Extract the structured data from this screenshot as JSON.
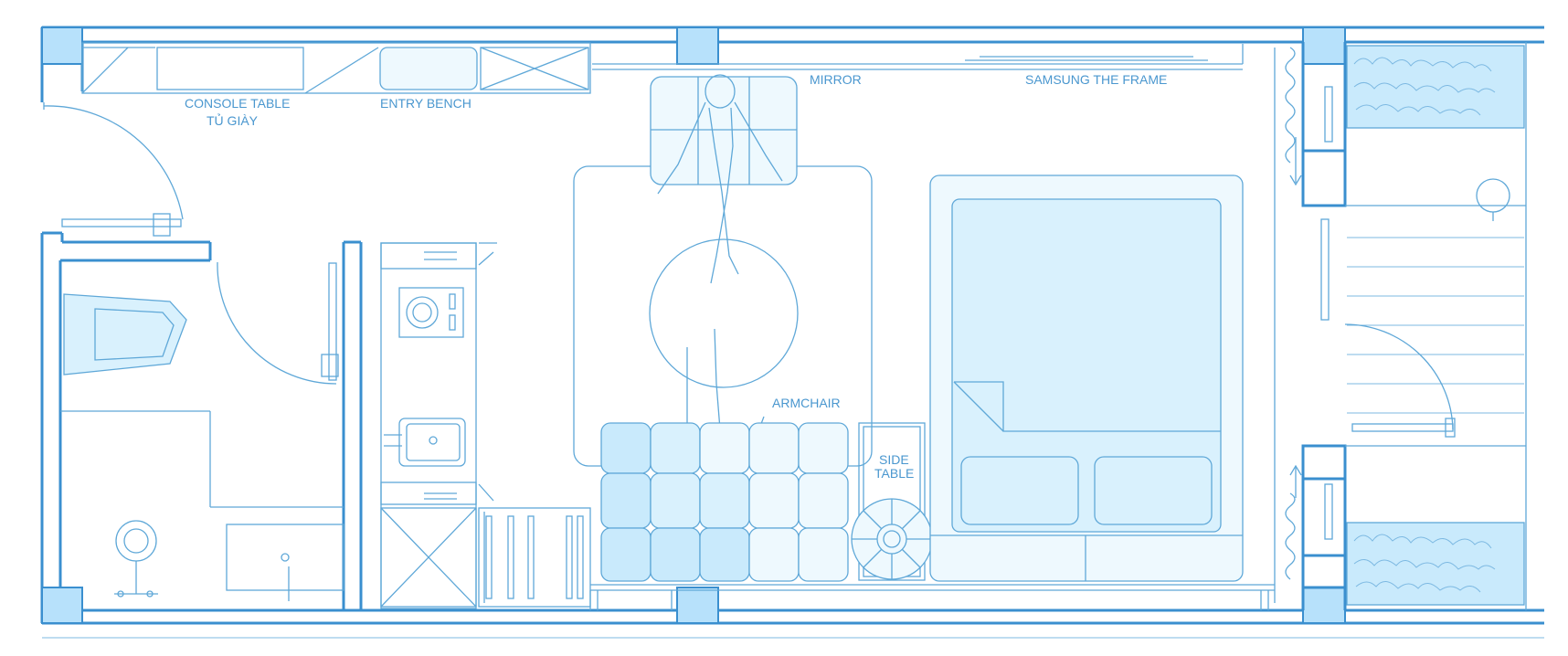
{
  "labels": {
    "console_table": "CONSOLE TABLE",
    "tu_giay": "TỦ GIÀY",
    "entry_bench": "ENTRY BENCH",
    "mirror": "MIRROR",
    "samsung_frame": "SAMSUNG THE FRAME",
    "armchair": "ARMCHAIR",
    "side_table_line1": "SIDE",
    "side_table_line2": "TABLE"
  },
  "colors": {
    "wall": "#3a8fcf",
    "column_fill": "#b7e1fb",
    "furniture_fill": "#d9f1fd",
    "light_fill": "#eef9fe"
  }
}
